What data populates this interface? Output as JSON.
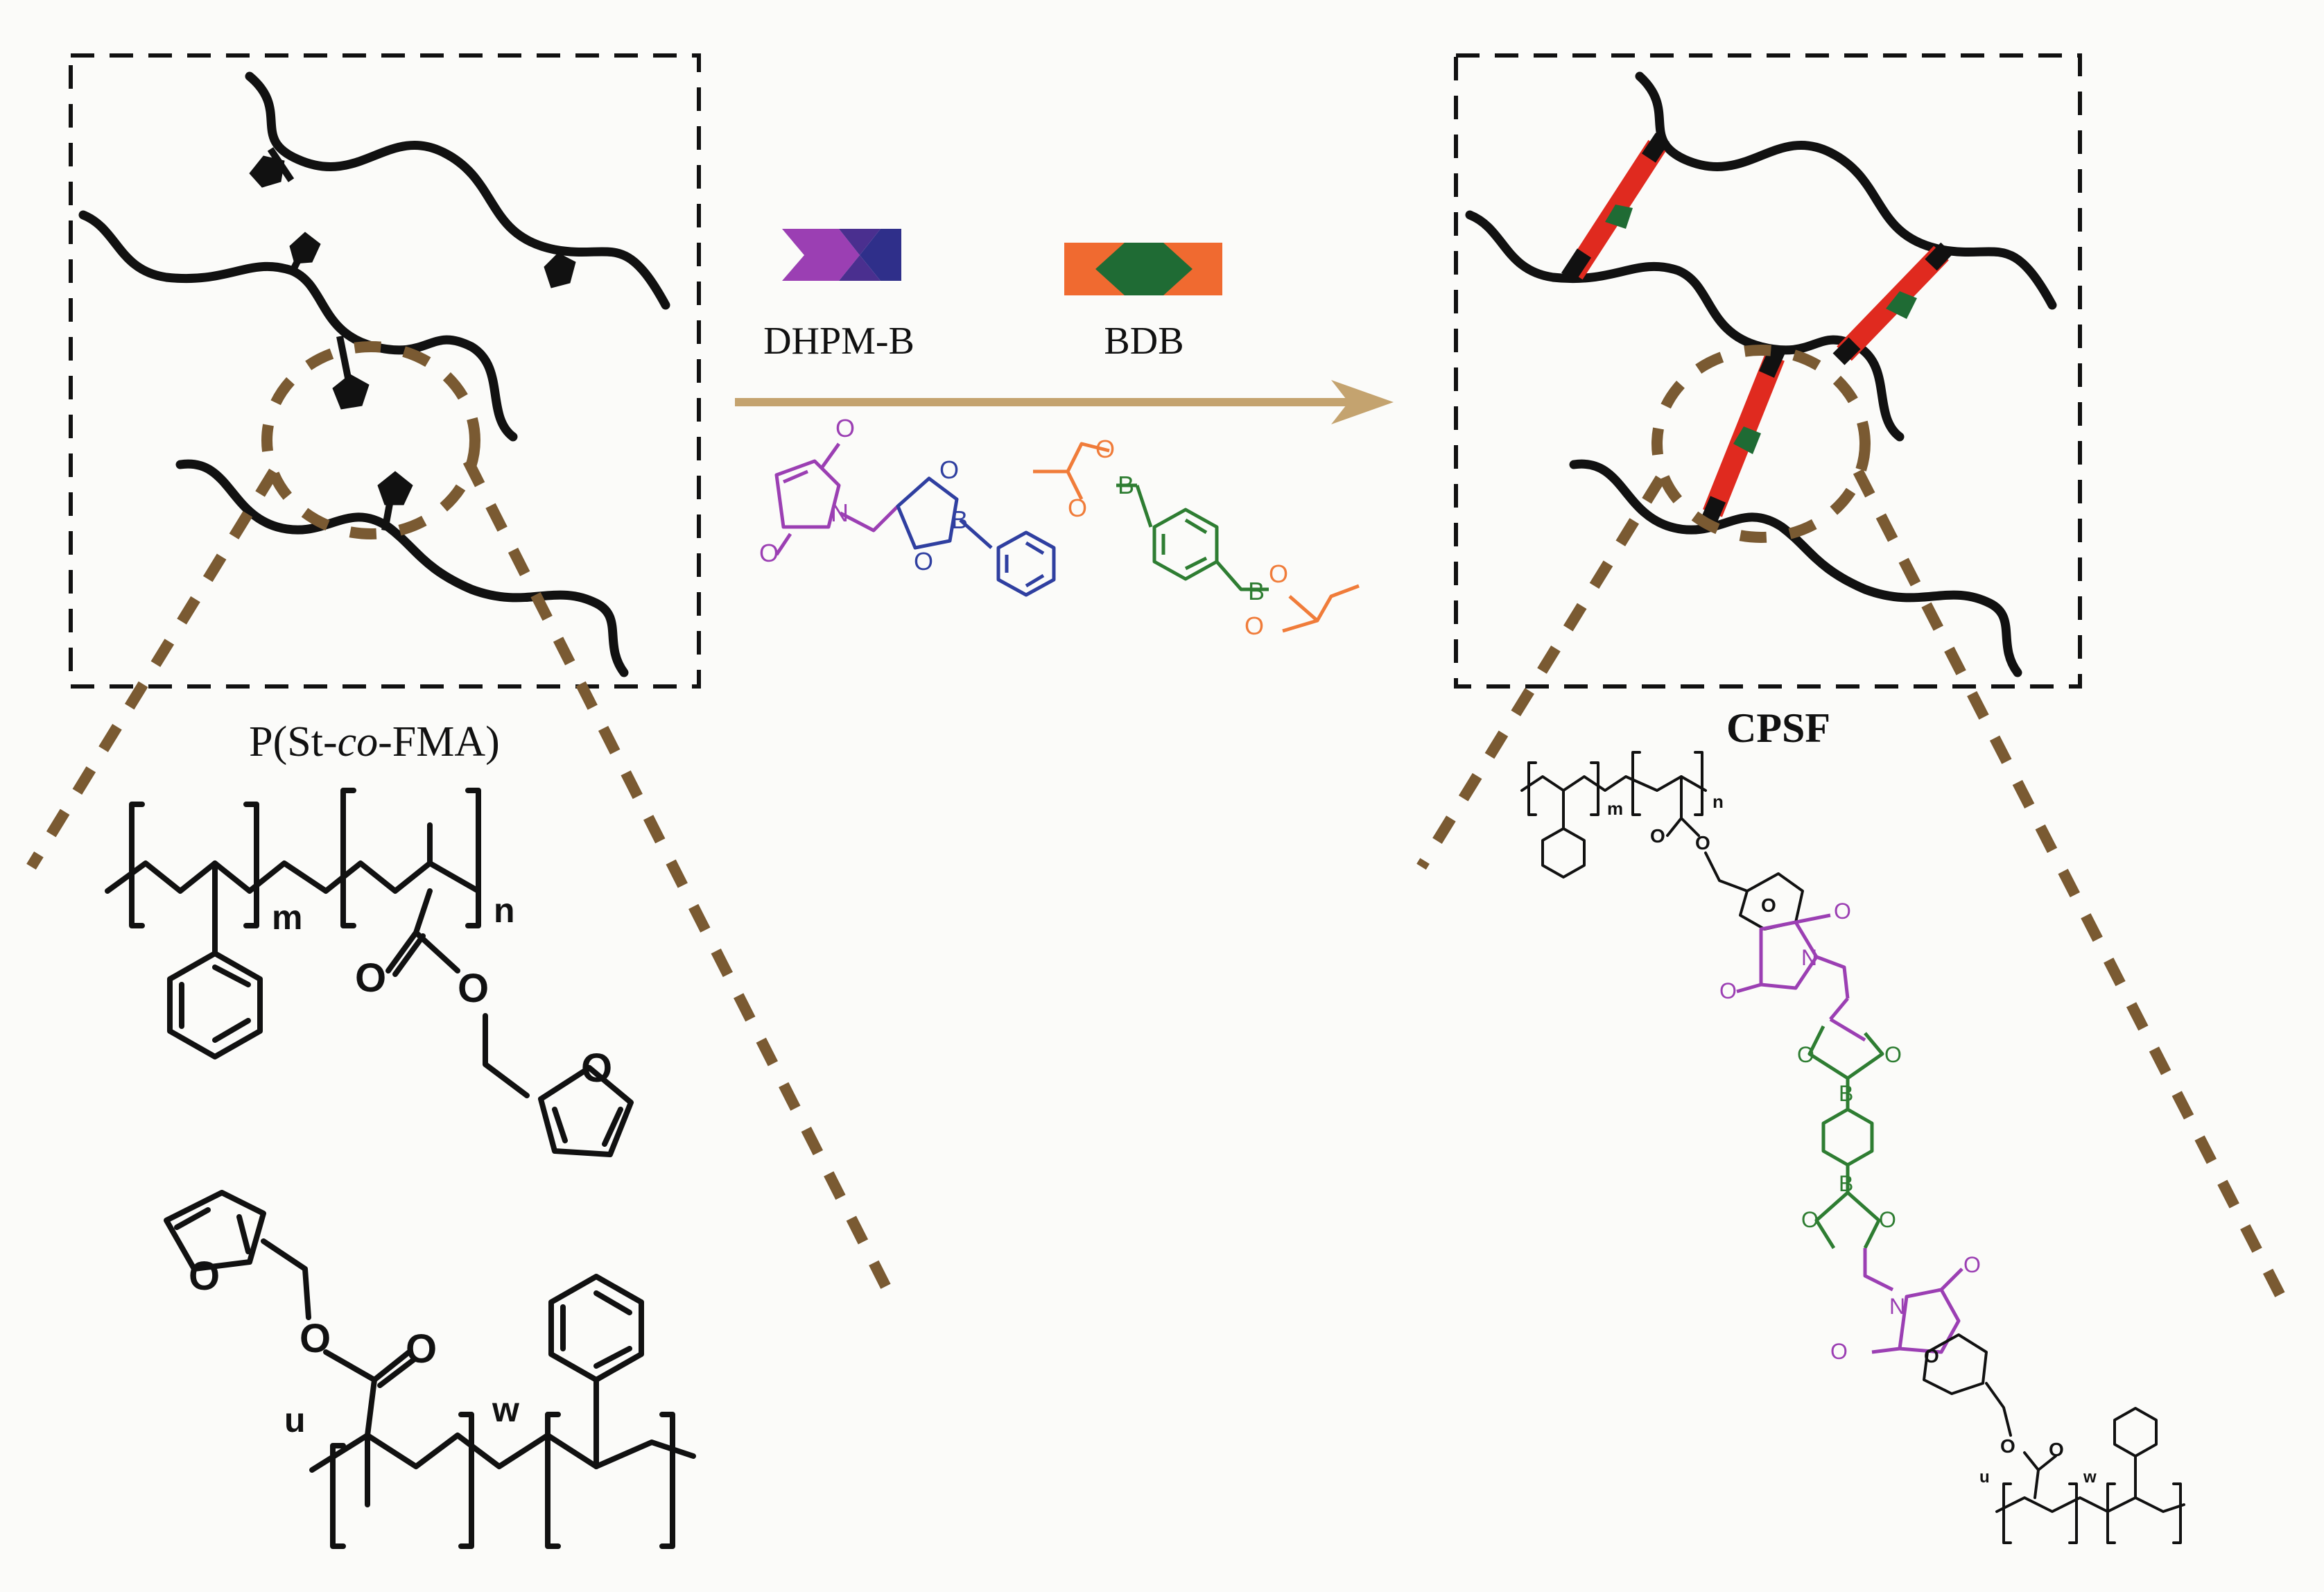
{
  "reagents": {
    "dhpm_b_label": "DHPM-B",
    "bdb_label": "BDB"
  },
  "polymer": {
    "name_pre": "P(St-",
    "name_italic": "co",
    "name_post": "-FMA)",
    "sub_m": "m",
    "sub_n": "n",
    "sub_u": "u",
    "sub_w": "w"
  },
  "product": {
    "name": "CPSF",
    "sub_m": "m",
    "sub_n": "n",
    "sub_u": "u",
    "sub_w": "w"
  },
  "atoms": {
    "O": "O",
    "N": "N",
    "B": "B"
  },
  "colors": {
    "maleimide": "#9b3fb3",
    "phenyl_boronate": "#2f3fa0",
    "boronate_core": "#2e7d32",
    "diol_end": "#f07c3a",
    "crosslink_red": "#e02a1f",
    "crosslink_green": "#1f6b34",
    "arrow": "#c4a36f",
    "zoom_dash": "#7a5a32"
  },
  "icons": [
    "dhpm-b-icon",
    "bdb-icon",
    "furan-pendant-icon",
    "arrow-right-icon"
  ]
}
